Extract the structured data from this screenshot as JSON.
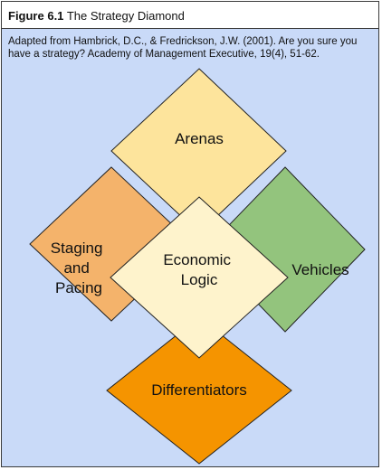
{
  "figure": {
    "label": "Figure 6.1",
    "title": "The Strategy Diamond",
    "source": "Adapted from Hambrick, D.C., & Fredrickson, J.W. (2001). Are you sure you have a strategy? Academy of Management Executive, 19(4), 51-62."
  },
  "diagram": {
    "arenas": {
      "lines": [
        "Arenas"
      ],
      "color": "#fde49c"
    },
    "staging": {
      "lines": [
        "Staging",
        "and",
        "Pacing"
      ],
      "color": "#f4b36b"
    },
    "vehicles": {
      "lines": [
        "Vehicles"
      ],
      "color": "#93c47d"
    },
    "differentiators": {
      "lines": [
        "Differentiators"
      ],
      "color": "#f59400"
    },
    "economic_logic": {
      "lines": [
        "Economic",
        "Logic"
      ],
      "color": "#fef3cc"
    }
  }
}
